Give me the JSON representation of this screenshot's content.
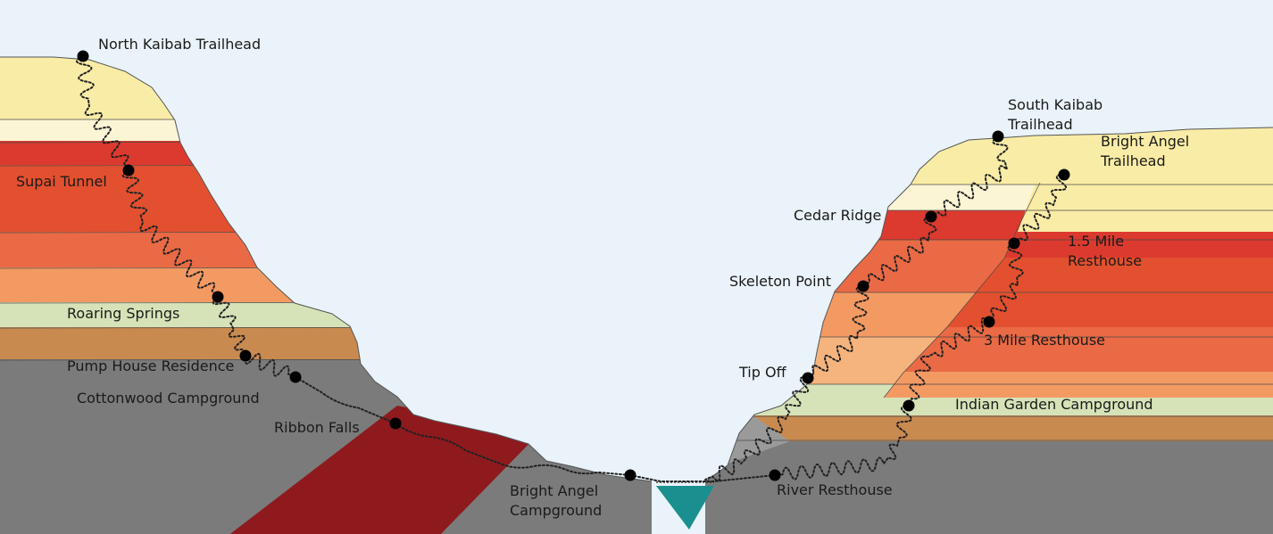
{
  "colors": {
    "sky": "#e9f3f9",
    "kaibab": "#f9eca6",
    "toroweap": "#fbf5d5",
    "coconino": "#faeebc",
    "hermit": "#dc3a2f",
    "supai": "#e3502f",
    "supai_lower": "#ea6a45",
    "redwall": "#f39a63",
    "muav": "#f5b47e",
    "bright_angel_shale": "#d6e3b8",
    "tapeats": "#c98a50",
    "vishnu": "#7b7b7b",
    "dike": "#8e1a1e",
    "river": "#1a8f8f"
  },
  "diagram": {
    "waypoints": [
      {
        "id": "north-kaibab-trailhead",
        "lines": [
          "North Kaibab Trailhead"
        ]
      },
      {
        "id": "supai-tunnel",
        "lines": [
          "Supai Tunnel"
        ]
      },
      {
        "id": "roaring-springs",
        "lines": [
          "Roaring Springs"
        ]
      },
      {
        "id": "pump-house-residence",
        "lines": [
          "Pump House Residence"
        ]
      },
      {
        "id": "cottonwood-campground",
        "lines": [
          "Cottonwood Campground"
        ]
      },
      {
        "id": "ribbon-falls",
        "lines": [
          "Ribbon Falls"
        ]
      },
      {
        "id": "bright-angel-campground",
        "lines": [
          "Bright Angel",
          "Campground"
        ]
      },
      {
        "id": "river-resthouse",
        "lines": [
          "River Resthouse"
        ]
      },
      {
        "id": "south-kaibab-trailhead",
        "lines": [
          "South Kaibab",
          "Trailhead"
        ]
      },
      {
        "id": "bright-angel-trailhead",
        "lines": [
          "Bright Angel",
          "Trailhead"
        ]
      },
      {
        "id": "cedar-ridge",
        "lines": [
          "Cedar Ridge"
        ]
      },
      {
        "id": "one-point-five-mile-resthouse",
        "lines": [
          "1.5 Mile",
          "Resthouse"
        ]
      },
      {
        "id": "skeleton-point",
        "lines": [
          "Skeleton Point"
        ]
      },
      {
        "id": "three-mile-resthouse",
        "lines": [
          "3 Mile Resthouse"
        ]
      },
      {
        "id": "tip-off",
        "lines": [
          "Tip Off"
        ]
      },
      {
        "id": "indian-garden-campground",
        "lines": [
          "Indian Garden Campground"
        ]
      }
    ]
  }
}
